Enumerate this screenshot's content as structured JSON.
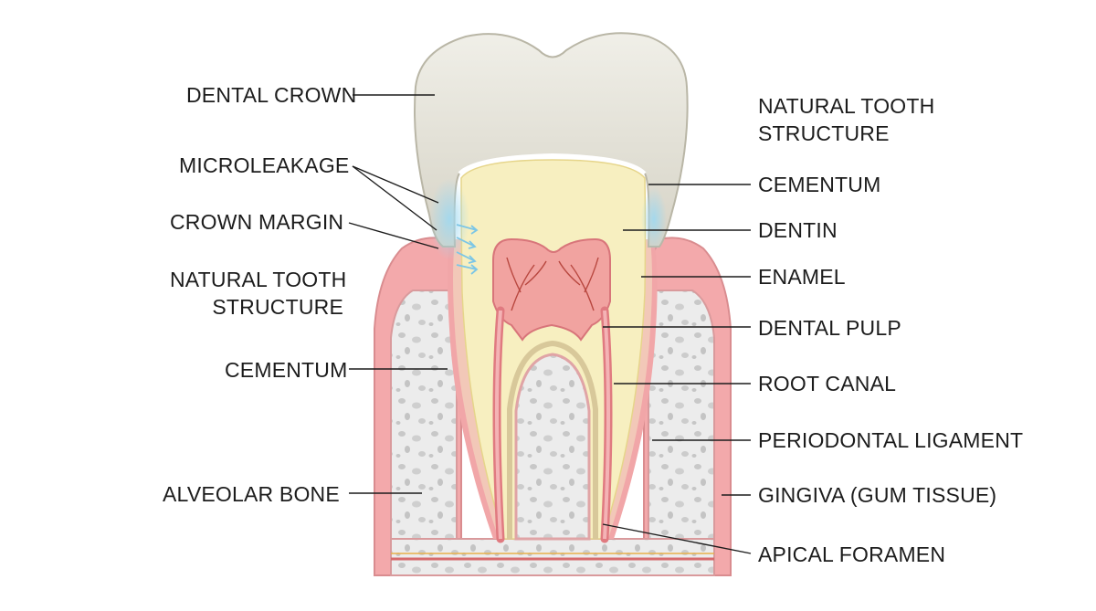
{
  "labels_left": {
    "dental_crown": "DENTAL CROWN",
    "microleakage": "MICROLEAKAGE",
    "crown_margin": "CROWN MARGIN",
    "natural_tooth_structure": "NATURAL TOOTH\nSTRUCTURE",
    "cementum": "CEMENTUM",
    "alveolar_bone": "ALVEOLAR BONE"
  },
  "labels_right": {
    "natural_tooth_structure": "NATURAL TOOTH\nSTRUCTURE",
    "cementum": "CEMENTUM",
    "dentin": "DENTIN",
    "enamel": "ENAMEL",
    "dental_pulp": "DENTAL PULP",
    "root_canal": "ROOT CANAL",
    "periodontal_ligament": "PERIODONTAL LIGAMENT",
    "gingiva": "GINGIVA (GUM TISSUE)",
    "apical_foramen": "APICAL FORAMEN"
  },
  "colors": {
    "crown": "#e2e0d6",
    "dentin": "#f7efc0",
    "pulp": "#f1a3a0",
    "gum": "#f3a9ab",
    "bone": "#e9e9e9",
    "bone_spot": "#c9c9c9",
    "leakage": "#7cc6e6"
  }
}
